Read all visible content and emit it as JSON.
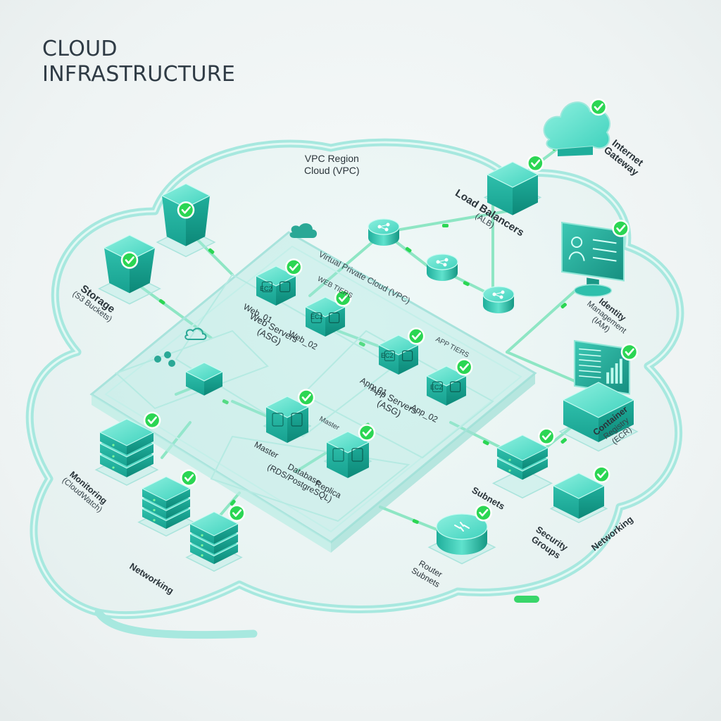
{
  "title": {
    "line1": "CLOUD",
    "line2": "INFRASTRUCTURE"
  },
  "accent_color": "#2ec9b4",
  "check_color": "#2bd653",
  "labels": {
    "vpc_region": {
      "line1": "VPC Region",
      "line2": "Cloud (VPC)"
    },
    "internet_gateway": {
      "line1": "Internet",
      "line2": "Gateway"
    },
    "load_balancers": {
      "line1": "Load Balancers",
      "line2": "(ALB)"
    },
    "identity": {
      "line1": "Identity",
      "line2": "Management",
      "line3": "(IAM)"
    },
    "container_registry": {
      "line1": "Container",
      "line2": "Registry",
      "line3": "(ECR)"
    },
    "storage": {
      "line1": "Storage",
      "line2": "(S3 Buckets)"
    },
    "vpc_inner": "Virtual Private Cloud (VPC)",
    "web_tiers": "WEB TIERS",
    "web_01": "Web_01",
    "web_02": "Web_02",
    "web_servers": {
      "line1": "Web Servers",
      "line2": "(ASG)"
    },
    "app_tiers": "APP TIERS",
    "app_01": "App_01",
    "app_02": "App_02",
    "app_servers": {
      "line1": "App Servers",
      "line2": "(ASG)"
    },
    "master": "Master",
    "master_small": "Master",
    "replica": "Replica",
    "database": {
      "line1": "Database",
      "line2": "(RDS/PostgreSQL)"
    },
    "monitoring": {
      "line1": "Monitoring",
      "line2": "(CloudWatch)"
    },
    "networking_left": "Networking",
    "router": {
      "line1": "Router",
      "line2": "Subnets"
    },
    "subnets": "Subnets",
    "security_groups": {
      "line1": "Security",
      "line2": "Groups"
    },
    "networking_right": "Networking",
    "ec2_a": "EC2",
    "ec2_b": "EC2",
    "ec2_c": "EC2",
    "ec2_d": "EC2"
  }
}
